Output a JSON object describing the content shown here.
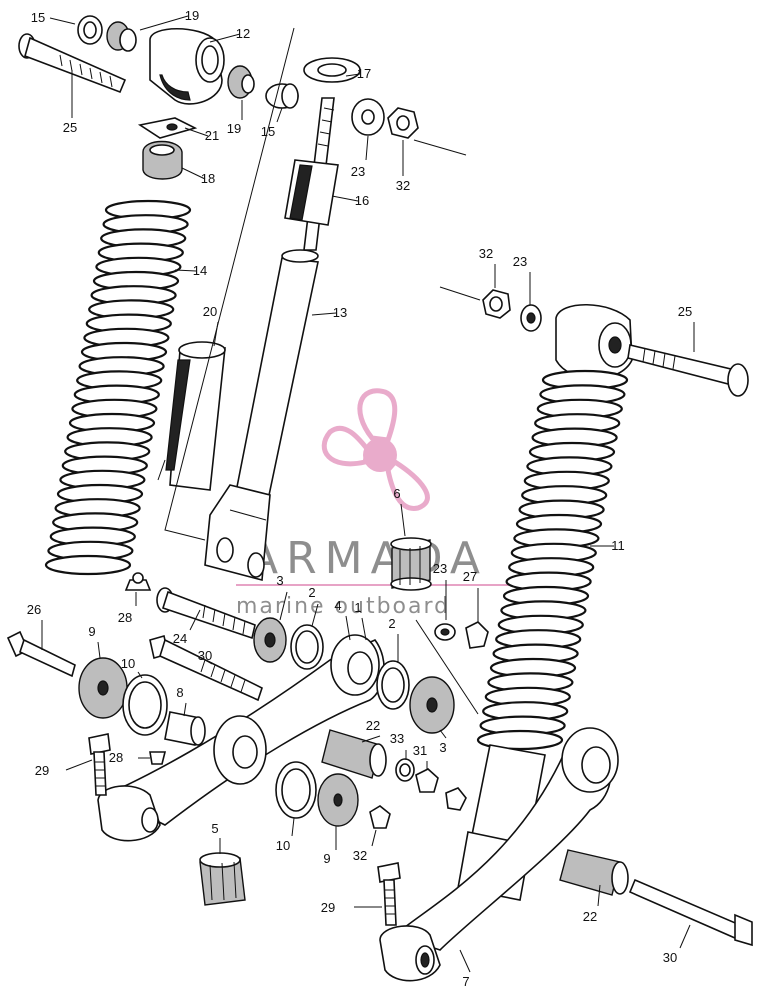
{
  "watermark": {
    "brand": "ARMADA",
    "tagline": "marine outboard",
    "logo_color": "#e7a3c6"
  },
  "callouts": {
    "c15a": "15",
    "c19a": "19",
    "c12": "12",
    "c25a": "25",
    "c21": "21",
    "c19b": "19",
    "c15b": "15",
    "c17": "17",
    "c23a": "23",
    "c32a": "32",
    "c18": "18",
    "c16": "16",
    "c14": "14",
    "c13": "13",
    "c20": "20",
    "c32b": "32",
    "c23b": "23",
    "c25b": "25",
    "c6": "6",
    "c11": "11",
    "c23c": "23",
    "c27": "27",
    "c3a": "3",
    "c2a": "2",
    "c4": "4",
    "c1": "1",
    "c2b": "2",
    "c26": "26",
    "c28a": "28",
    "c24": "24",
    "c9a": "9",
    "c10a": "10",
    "c30a": "30",
    "c8": "8",
    "c3b": "3",
    "c22a": "22",
    "c33": "33",
    "c31": "31",
    "c28b": "28",
    "c29a": "29",
    "c5": "5",
    "c10b": "10",
    "c9b": "9",
    "c32c": "32",
    "c29b": "29",
    "c22b": "22",
    "c7": "7",
    "c30b": "30"
  }
}
